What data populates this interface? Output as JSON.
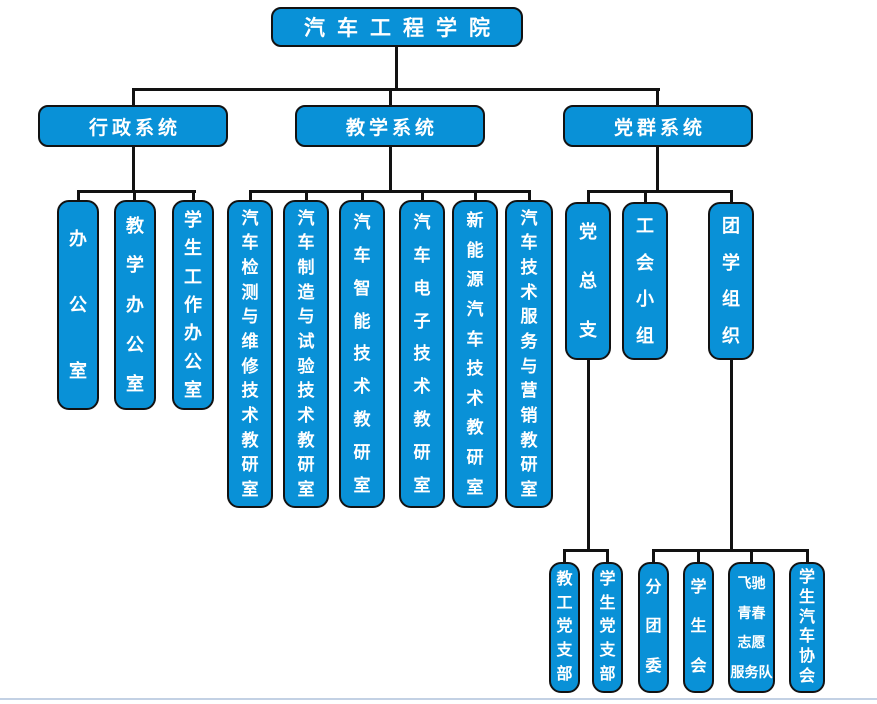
{
  "org": {
    "root": "汽车工程学院",
    "branches": [
      {
        "label": "行政系统",
        "children": [
          "办公室",
          "教学办公室",
          "学生工作办公室"
        ]
      },
      {
        "label": "教学系统",
        "children": [
          "汽车检测与维修技术教研室",
          "汽车制造与试验技术教研室",
          "汽车智能技术教研室",
          "汽车电子技术教研室",
          "新能源汽车技术教研室",
          "汽车技术服务与营销教研室"
        ]
      },
      {
        "label": "党群系统",
        "children": [
          {
            "label": "党总支",
            "children": [
              "教工党支部",
              "学生党支部"
            ]
          },
          {
            "label": "工会小组",
            "children": []
          },
          {
            "label": "团学组织",
            "children": [
              "分团委",
              "学生会",
              "飞驰\n青春\n志愿\n服务队",
              "学生汽车协会"
            ]
          }
        ]
      }
    ],
    "colors": {
      "box_fill": "#0991d7",
      "box_border": "#121212",
      "box_text": "#ffffff",
      "connector": "#121212",
      "footer_rule": "#c3d1e4"
    }
  }
}
